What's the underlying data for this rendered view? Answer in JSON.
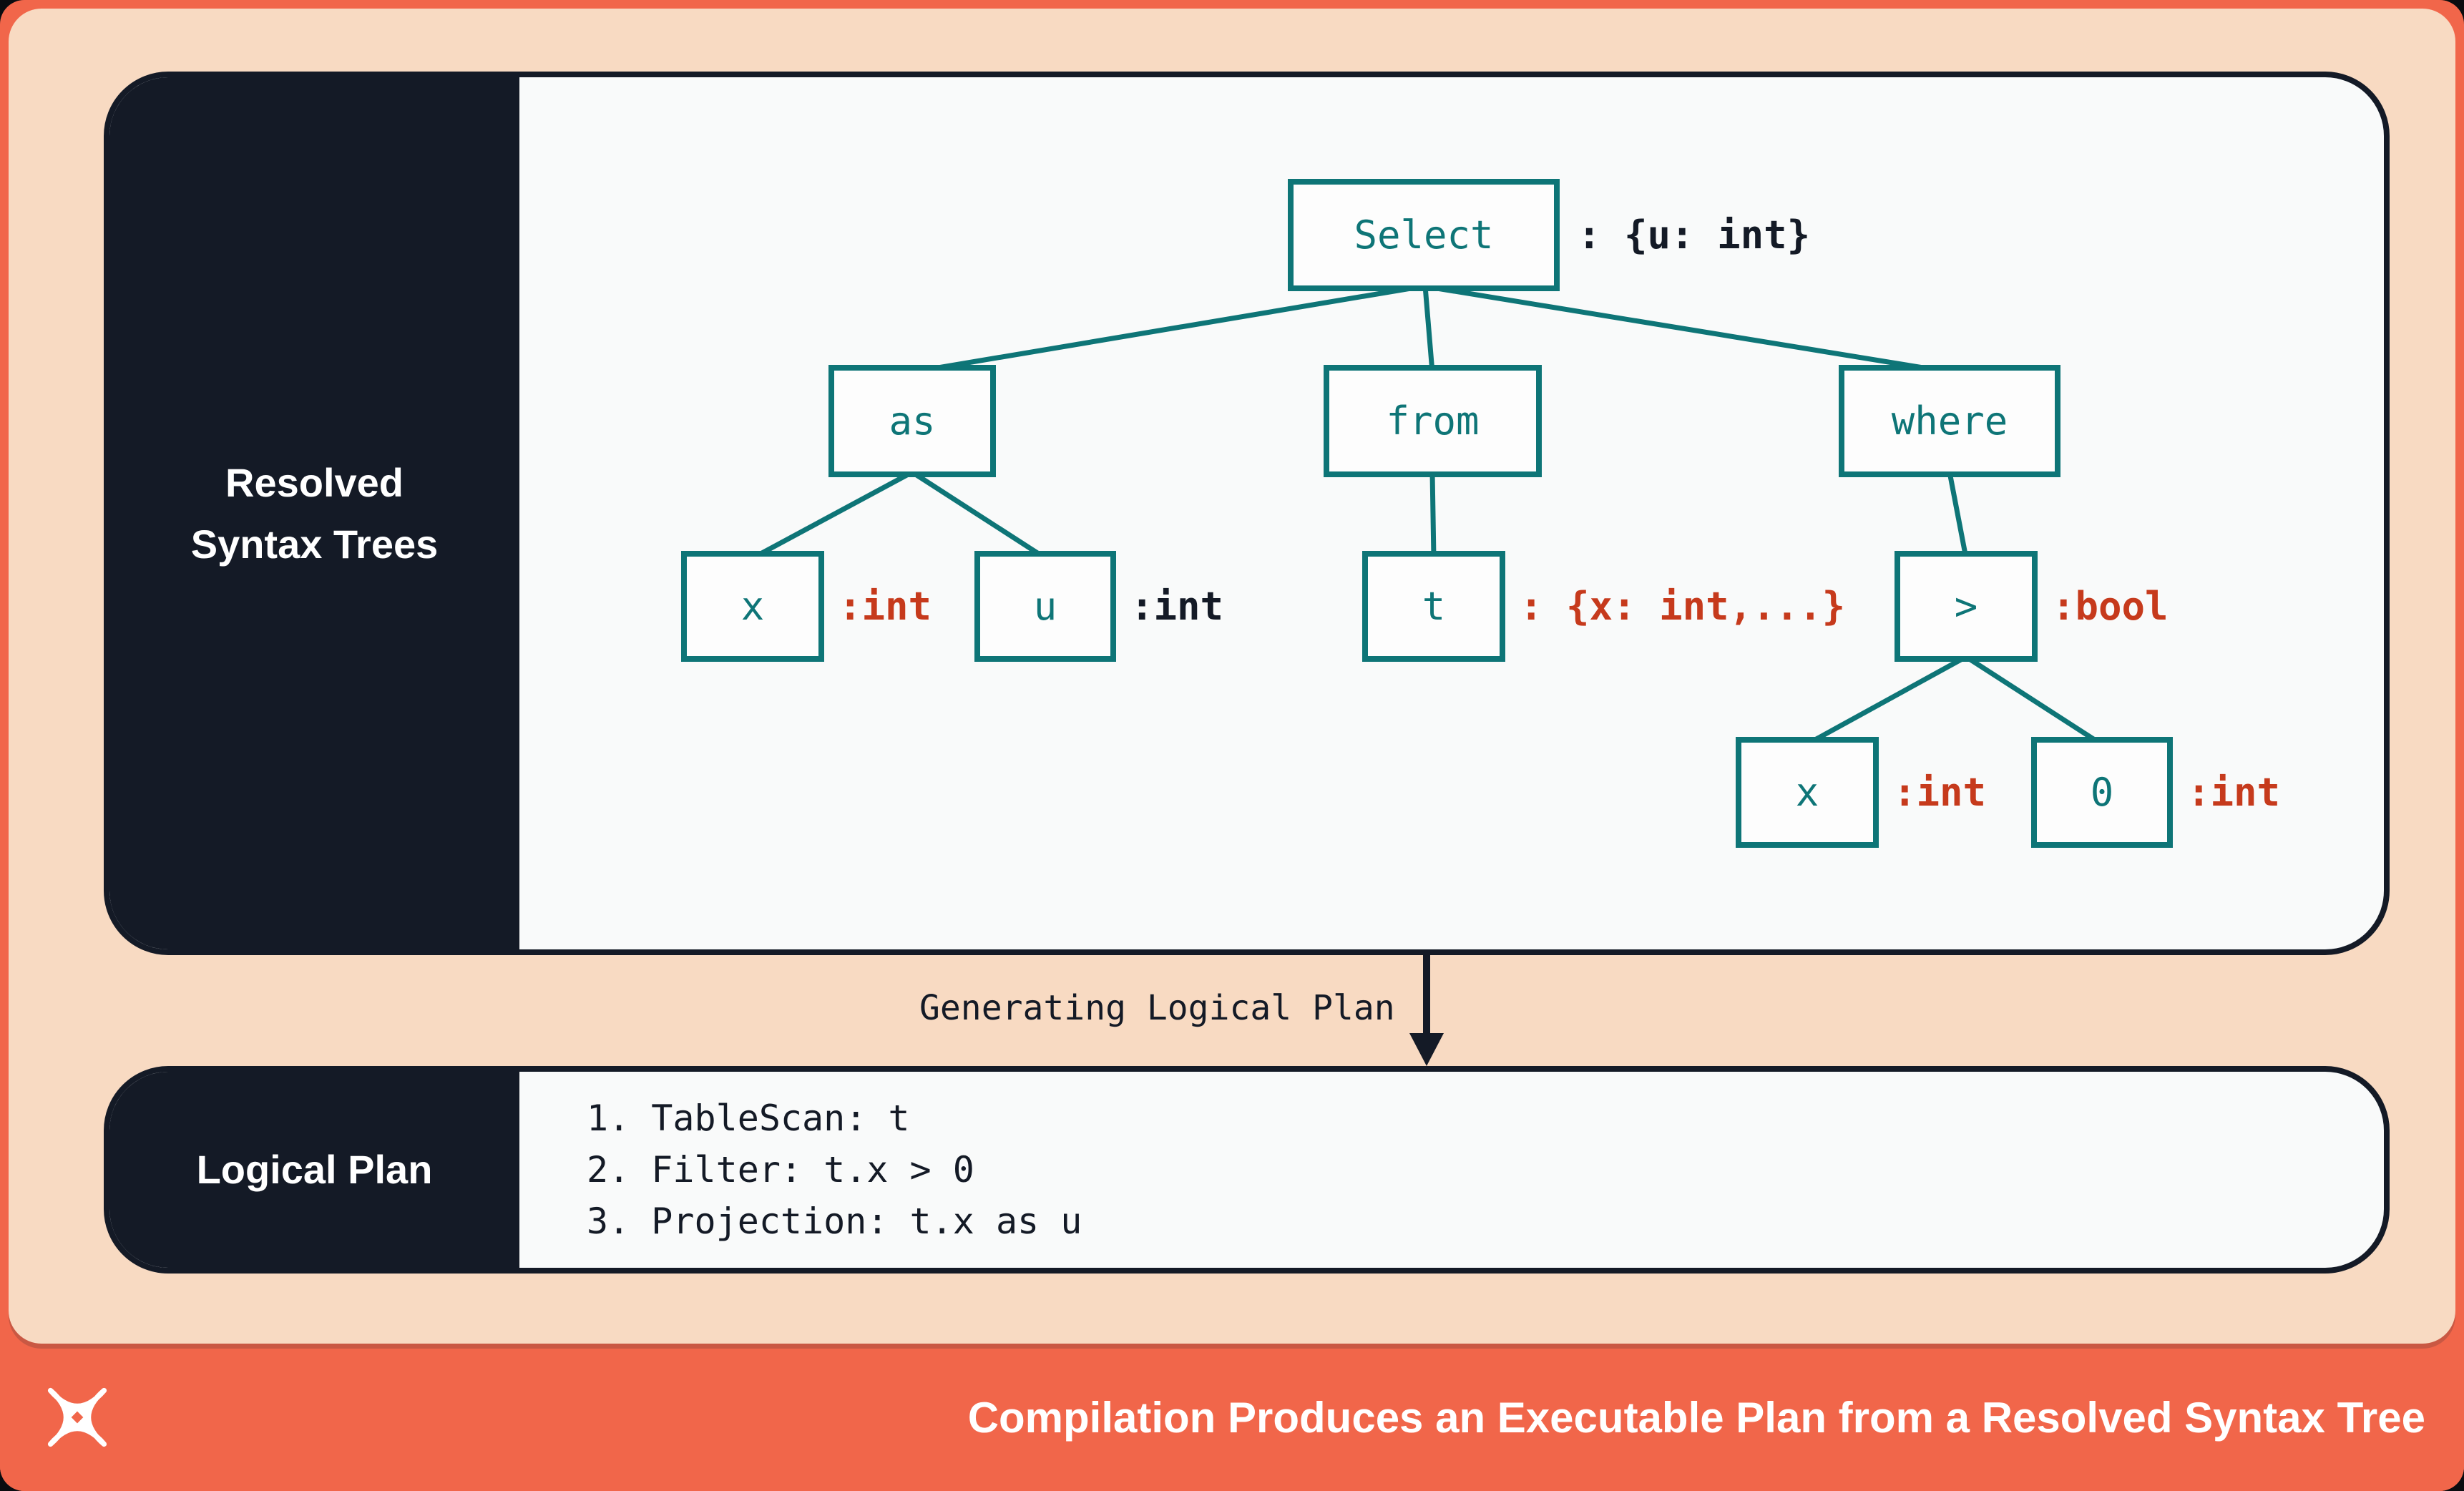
{
  "colors": {
    "teal": "#0e7577",
    "red": "#c63a1c",
    "navy": "#141a26",
    "peach": "#f8dac2",
    "orange": "#f1664a",
    "panel_bg": "#f9fafa",
    "white": "#ffffff"
  },
  "panels": {
    "resolved": {
      "title_line1": "Resolved",
      "title_line2": "Syntax Trees"
    },
    "logical": {
      "title": "Logical Plan",
      "steps": [
        "1. TableScan: t",
        "2. Filter: t.x > 0",
        "3. Projection: t.x as u"
      ]
    }
  },
  "transition": {
    "label": "Generating Logical Plan",
    "arrow_icon": "down-arrow-icon"
  },
  "tree": {
    "nodes": [
      {
        "id": "select",
        "label": "Select",
        "type_label": ": {u: int}",
        "type_color": "navy"
      },
      {
        "id": "as",
        "label": "as",
        "type_label": "",
        "type_color": ""
      },
      {
        "id": "from",
        "label": "from",
        "type_label": "",
        "type_color": ""
      },
      {
        "id": "where",
        "label": "where",
        "type_label": "",
        "type_color": ""
      },
      {
        "id": "x-as",
        "label": "x",
        "type_label": ":int",
        "type_color": "red"
      },
      {
        "id": "u-as",
        "label": "u",
        "type_label": ":int",
        "type_color": "navy"
      },
      {
        "id": "t-from",
        "label": "t",
        "type_label": ": {x: int,...}",
        "type_color": "red"
      },
      {
        "id": "gt",
        "label": ">",
        "type_label": ":bool",
        "type_color": "red"
      },
      {
        "id": "x-gt",
        "label": "x",
        "type_label": ":int",
        "type_color": "red"
      },
      {
        "id": "zero",
        "label": "0",
        "type_label": ":int",
        "type_color": "red"
      }
    ]
  },
  "footer": {
    "logo_icon": "four-point-star-logo",
    "title": "Compilation Produces an Executable Plan from a Resolved Syntax Tree"
  }
}
